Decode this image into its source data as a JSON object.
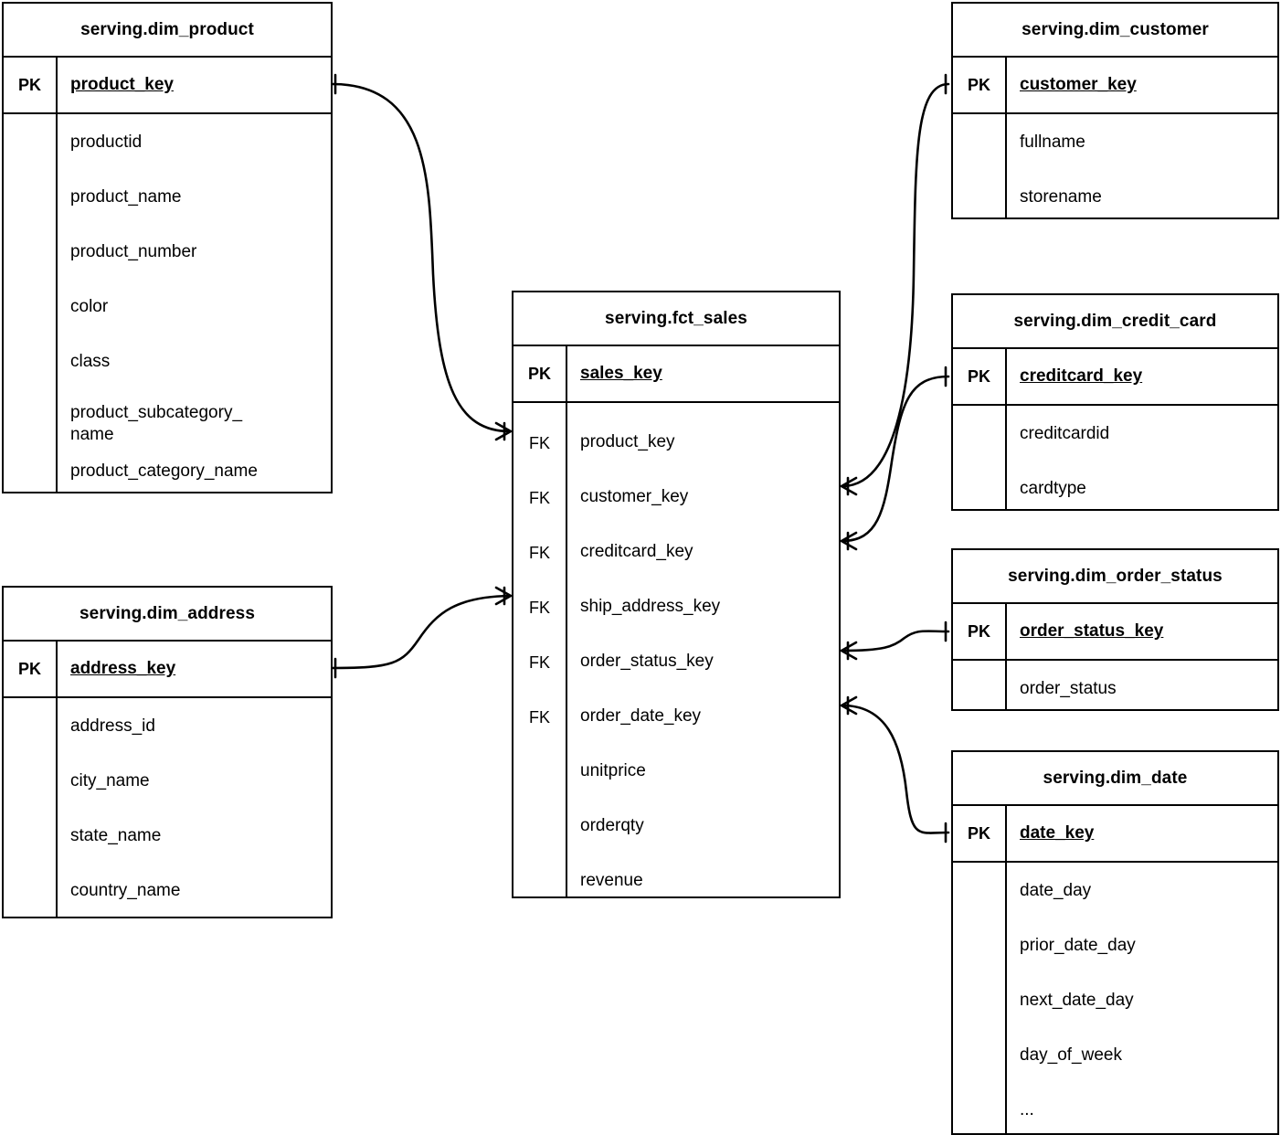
{
  "diagram": {
    "kind": "entity-relationship-diagram",
    "notation": "crows-foot",
    "background_color": "#ffffff",
    "line_color": "#000000"
  },
  "entities": {
    "dim_product": {
      "title": "serving.dim_product",
      "pk_label": "PK",
      "pk_field": "product_key",
      "attributes": [
        "productid",
        "product_name",
        "product_number",
        "color",
        "class",
        "product_subcategory_",
        "name",
        "product_category_name"
      ]
    },
    "dim_address": {
      "title": "serving.dim_address",
      "pk_label": "PK",
      "pk_field": "address_key",
      "attributes": [
        "address_id",
        "city_name",
        "state_name",
        "country_name"
      ]
    },
    "fct_sales": {
      "title": "serving.fct_sales",
      "pk_label": "PK",
      "pk_field": "sales_key",
      "fk_label": "FK",
      "fields": [
        {
          "key": "FK",
          "name": "product_key"
        },
        {
          "key": "FK",
          "name": "customer_key"
        },
        {
          "key": "FK",
          "name": "creditcard_key"
        },
        {
          "key": "FK",
          "name": "ship_address_key"
        },
        {
          "key": "FK",
          "name": "order_status_key"
        },
        {
          "key": "FK",
          "name": "order_date_key"
        },
        {
          "key": "",
          "name": "unitprice"
        },
        {
          "key": "",
          "name": "orderqty"
        },
        {
          "key": "",
          "name": "revenue"
        }
      ]
    },
    "dim_customer": {
      "title": "serving.dim_customer",
      "pk_label": "PK",
      "pk_field": "customer_key",
      "attributes": [
        "fullname",
        "storename"
      ]
    },
    "dim_credit_card": {
      "title": "serving.dim_credit_card",
      "pk_label": "PK",
      "pk_field": "creditcard_key",
      "attributes": [
        "creditcardid",
        "cardtype"
      ]
    },
    "dim_order_status": {
      "title": "serving.dim_order_status",
      "pk_label": "PK",
      "pk_field": "order_status_key",
      "attributes": [
        "order_status"
      ]
    },
    "dim_date": {
      "title": "serving.dim_date",
      "pk_label": "PK",
      "pk_field": "date_key",
      "attributes": [
        "date_day",
        "prior_date_day",
        "next_date_day",
        "day_of_week",
        "..."
      ]
    }
  },
  "relationships": [
    {
      "from": "dim_product.product_key",
      "to": "fct_sales.product_key",
      "from_cardinality": "one",
      "to_cardinality": "many"
    },
    {
      "from": "dim_address.address_key",
      "to": "fct_sales.ship_address_key",
      "from_cardinality": "one",
      "to_cardinality": "many"
    },
    {
      "from": "dim_customer.customer_key",
      "to": "fct_sales.customer_key",
      "from_cardinality": "one",
      "to_cardinality": "many"
    },
    {
      "from": "dim_credit_card.creditcard_key",
      "to": "fct_sales.creditcard_key",
      "from_cardinality": "one",
      "to_cardinality": "many"
    },
    {
      "from": "dim_order_status.order_status_key",
      "to": "fct_sales.order_status_key",
      "from_cardinality": "one",
      "to_cardinality": "many"
    },
    {
      "from": "dim_date.date_key",
      "to": "fct_sales.order_date_key",
      "from_cardinality": "one",
      "to_cardinality": "many"
    }
  ]
}
